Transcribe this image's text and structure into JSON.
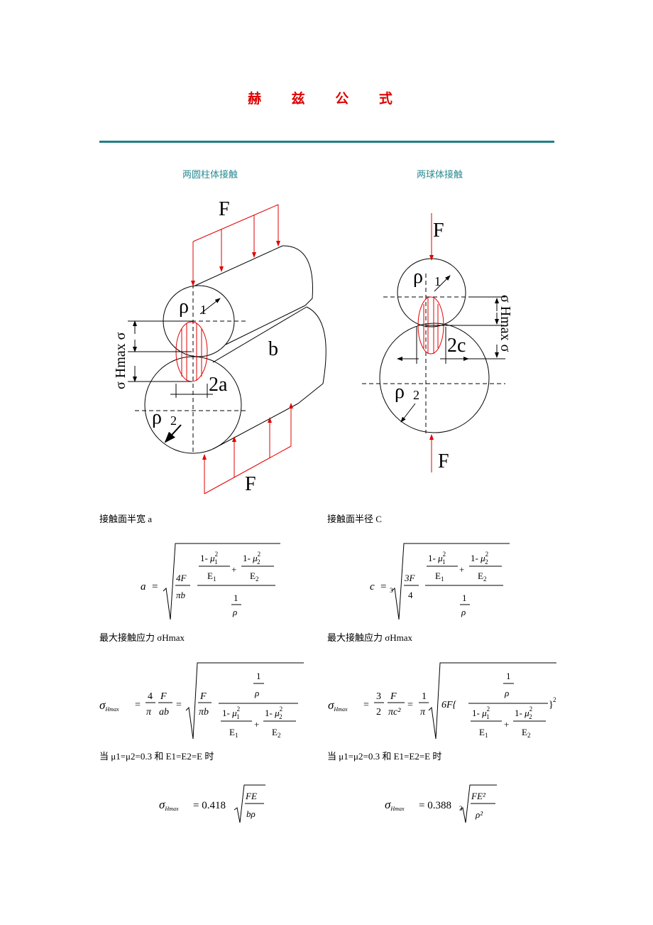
{
  "title": "赫 兹 公 式",
  "sections": {
    "cylinder_heading": "两圆柱体接触",
    "sphere_heading": "两球体接触"
  },
  "cylinder_diagram": {
    "force_top": "F",
    "force_bottom": "F",
    "rho": "ρ",
    "rho1_sub": "1",
    "rho2_sub": "2",
    "width_label": "b",
    "contact_label": "2a",
    "stress_label": "σ Hmax σ"
  },
  "sphere_diagram": {
    "force_top": "F",
    "force_bottom": "F",
    "rho": "ρ",
    "rho1_sub": "1",
    "rho2_sub": "2",
    "contact_label": "2c",
    "stress_label": "σ Hmax σ"
  },
  "labels": {
    "half_width": "接触面半宽 a",
    "radius": "接触面半径 C",
    "max_stress_left": "最大接触应力 σHmax",
    "max_stress_right": "最大接触应力 σHmax",
    "condition_left": "当 μ1=μ2=0.3 和 E1=E2=E 时",
    "condition_right": "当 μ1=μ2=0.3 和 E1=E2=E 时"
  },
  "formulas": {
    "one": "1",
    "minus": "1- ",
    "mu": "μ",
    "two": "2",
    "E": "E",
    "plus": "+",
    "rho": "ρ",
    "eq": "=",
    "sigma": "σ",
    "hmax": "Hmax",
    "F": "F",
    "a": {
      "lhs": "a",
      "num": "4F",
      "den": "πb"
    },
    "c": {
      "lhs": "c",
      "root_index": "3",
      "num": "3F",
      "den": "4"
    },
    "sigma_cyl": {
      "c1_num": "4",
      "c1_den": "π",
      "c2_num": "F",
      "c2_den": "ab",
      "in_num": "F",
      "in_den": "πb"
    },
    "sigma_sph": {
      "c1_num": "3",
      "c1_den": "2",
      "c2_num": "F",
      "c2_den": "πc²",
      "c3_num": "1",
      "c3_den": "π",
      "inner": "6F{",
      "close": "}",
      "power": "2"
    },
    "simple_cyl": {
      "coef": "= 0.418",
      "num": "FE",
      "den": "bρ"
    },
    "simple_sph": {
      "coef": "= 0.388",
      "root_index": "3",
      "num": "FE²",
      "den": "ρ²"
    }
  },
  "colors": {
    "title": "#e00000",
    "rule": "#1f7f86",
    "heading": "#2a8a90",
    "force": "#e00000"
  }
}
